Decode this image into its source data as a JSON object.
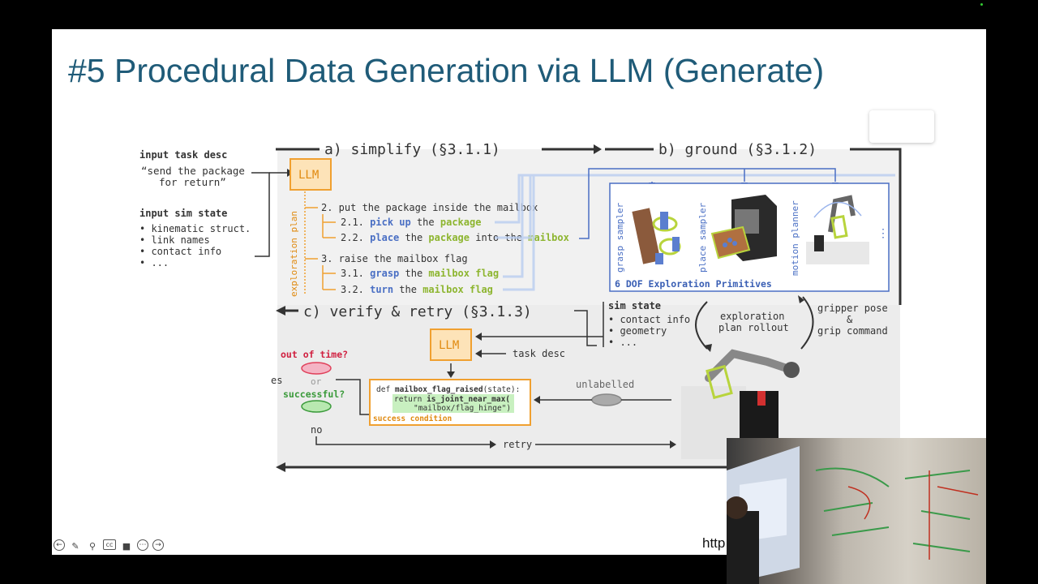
{
  "slide": {
    "title": "#5 Procedural Data Generation via LLM (Generate)",
    "url_fragment": "http"
  },
  "figure": {
    "input": {
      "task_heading": "input task desc",
      "task_line1": "“send the package",
      "task_line2": "for return”",
      "sim_heading": "input sim state",
      "sim_items": [
        "• kinematic struct.",
        "• link names",
        "• contact info",
        "• ..."
      ]
    },
    "section_a": "a) simplify (§3.1.1)",
    "section_b": "b) ground (§3.1.2)",
    "section_c": "c) verify & retry (§3.1.3)",
    "llm_label": "LLM",
    "plan_label": "exploration plan",
    "plan": {
      "s2": "2. put the package inside the mailbox",
      "s21": {
        "num": "2.1.",
        "verb": "pick up",
        "w1": "the",
        "obj": "package"
      },
      "s22": {
        "num": "2.2.",
        "verb": "place",
        "w1": "the",
        "obj": "package",
        "w2": "into the",
        "obj2": "mailbox"
      },
      "s3": "3. raise the mailbox flag",
      "s31": {
        "num": "3.1.",
        "verb": "grasp",
        "w1": "the",
        "obj": "mailbox flag"
      },
      "s32": {
        "num": "3.2.",
        "verb": "turn",
        "w1": "the",
        "obj": "mailbox flag"
      }
    },
    "primitives": {
      "grasp": "grasp sampler",
      "place": "place sampler",
      "motion": "motion planner",
      "dots": "⋮",
      "caption": "6 DOF Exploration Primitives"
    },
    "sim_state": {
      "heading": "sim state",
      "items": [
        "• contact info",
        "• geometry",
        "• ..."
      ]
    },
    "rollout_1": "exploration",
    "rollout_2": "plan rollout",
    "gripper_1": "gripper pose",
    "gripper_2": "&",
    "gripper_3": "grip command",
    "task_desc": "task desc",
    "out_of_time": "out of time?",
    "or": "or",
    "successful": "successful?",
    "yes_partial": "es",
    "no": "no",
    "retry": "retry",
    "unlabelled": "unlabelled",
    "code": {
      "line1_kw": "def",
      "line1_fn": "mailbox_flag_raised",
      "line1_rest": "(state):",
      "line2_kw": "return",
      "line2_fn": "is_joint_near_max(",
      "line3": "\"mailbox/flag_hinge\")",
      "caption": "success condition"
    }
  },
  "colors": {
    "title": "#1f5b78",
    "orange": "#f0a030",
    "blue": "#4a6fc4",
    "green": "#9bc53d",
    "red": "#e0405a"
  },
  "toolbar_icons": [
    "back-icon",
    "pen-icon",
    "search-icon",
    "cc-icon",
    "camera-icon",
    "more-icon",
    "forward-icon"
  ]
}
